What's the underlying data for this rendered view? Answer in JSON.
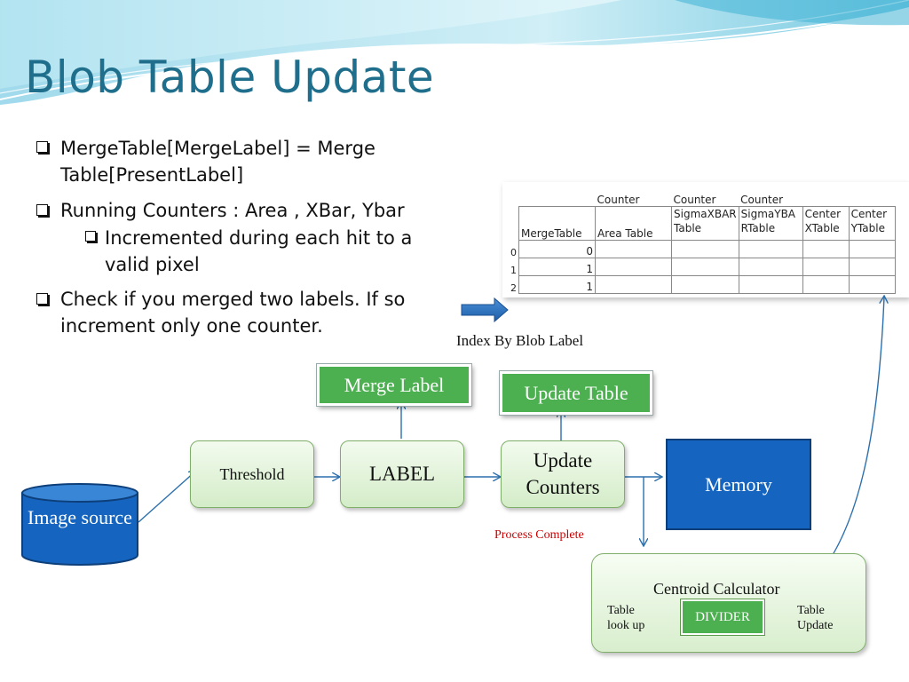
{
  "title": "Blob Table Update",
  "bullets": [
    {
      "text": "MergeTable[MergeLabel] = Merge Table[PresentLabel]"
    },
    {
      "text": "Running Counters : Area , XBar, Ybar"
    },
    {
      "text": "Incremented during each hit to a valid pixel"
    },
    {
      "text": "Check if you merged two labels. If so increment only one counter."
    }
  ],
  "table": {
    "counter_row": [
      "Counter",
      "Counter",
      "Counter"
    ],
    "headers": [
      "MergeTable",
      "Area Table",
      "SigmaXBAR Table",
      "SigmaYBA RTable",
      "Center XTable",
      "Center YTable"
    ],
    "rows": [
      {
        "index": "0",
        "merge": "0"
      },
      {
        "index": "1",
        "merge": "1"
      },
      {
        "index": "2",
        "merge": "1"
      }
    ]
  },
  "index_caption": "Index By Blob  Label",
  "labels": {
    "merge_label": "Merge Label",
    "update_table": "Update Table"
  },
  "nodes": {
    "image_source": "Image source",
    "threshold": "Threshold",
    "label": "LABEL",
    "update_counters": "Update Counters",
    "memory": "Memory",
    "centroid": "Centroid Calculator",
    "table_lookup": "Table look up",
    "divider": "DIVIDER",
    "table_update": "Table Update"
  },
  "process_complete": "Process Complete",
  "colors": {
    "title": "#1f6e8c",
    "blue_block": "#1565c0",
    "green_label": "#4caf50",
    "arrow": "#2c6fad",
    "process_complete": "#cc0000"
  }
}
